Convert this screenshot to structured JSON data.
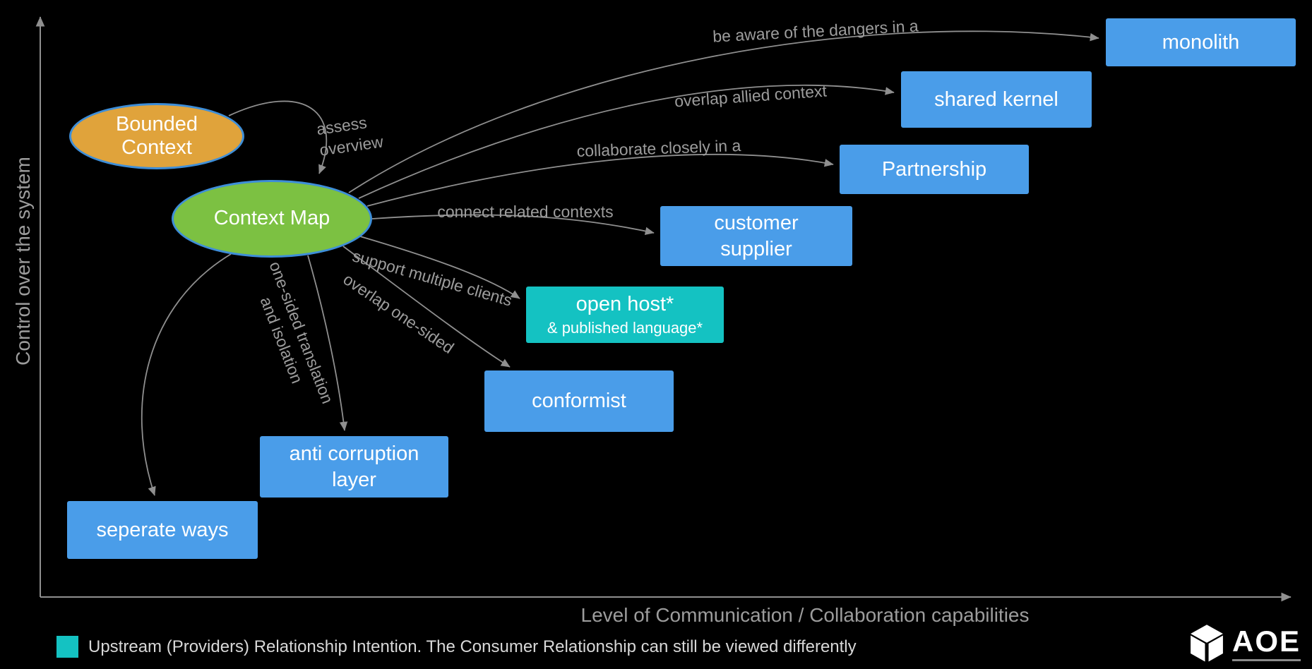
{
  "colors": {
    "background": "#000000",
    "box_blue": "#4a9de9",
    "box_teal": "#14c2c2",
    "box_text": "#ffffff",
    "ellipse_orange": "#e0a33b",
    "ellipse_green": "#7cc142",
    "ellipse_border": "#3e8ed8",
    "arrow_gray": "#8f8f8f",
    "label_gray": "#9c9c9c",
    "legend_text": "#d8d8d8"
  },
  "axes": {
    "y_label": "Control over the system",
    "x_label": "Level of Communication / Collaboration capabilities"
  },
  "nodes": {
    "bounded_context": "Bounded\nContext",
    "context_map": "Context Map"
  },
  "boxes": {
    "monolith": {
      "label": "monolith"
    },
    "shared_kernel": {
      "label": "shared kernel"
    },
    "partnership": {
      "label": "Partnership"
    },
    "customer_supplier": {
      "label": "customer\nsupplier"
    },
    "open_host": {
      "label": "open host*",
      "sublabel": "& published language*"
    },
    "conformist": {
      "label": "conformist"
    },
    "anti_corruption_layer": {
      "label": "anti corruption\nlayer"
    },
    "seperate_ways": {
      "label": "seperate ways"
    }
  },
  "edge_labels": {
    "assess_overview": "assess\noverview",
    "monolith": "be aware of the dangers in a",
    "shared_kernel": "overlap allied context",
    "partnership": "collaborate closely in a",
    "customer_supplier": "connect related contexts",
    "open_host": "support multiple clients",
    "conformist": "overlap one-sided",
    "anti_corruption_layer": "one-sided translation\nand isolation"
  },
  "legend": {
    "text": "Upstream (Providers) Relationship Intention. The Consumer Relationship can still be viewed differently"
  },
  "logo": {
    "text": "AOE"
  }
}
